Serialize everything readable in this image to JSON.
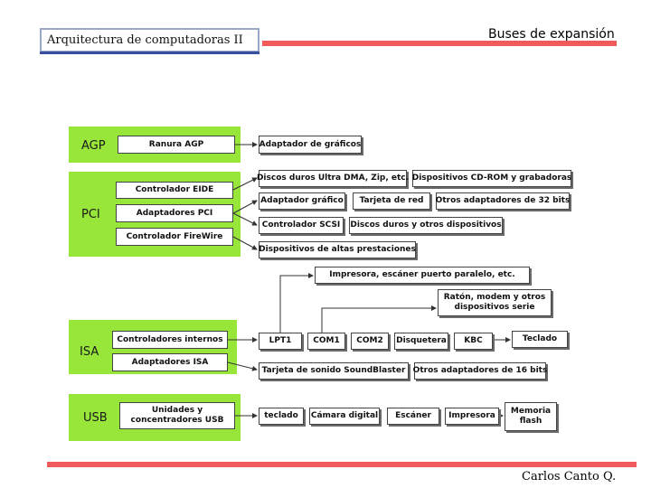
{
  "header": {
    "course_title": "Arquitectura de computadoras II",
    "slide_title": "Buses de expansión"
  },
  "footer": {
    "author": "Carlos  Canto Q."
  },
  "colors": {
    "group_fill": "#99e63a",
    "accent_bar": "#f05a5a",
    "course_border": "#3b4fa0"
  },
  "diagram": {
    "groups": {
      "agp": "AGP",
      "pci": "PCI",
      "isa": "ISA",
      "usb": "USB"
    },
    "agp": {
      "slot": "Ranura AGP",
      "graphics_adapter": "Adaptador de gráficos"
    },
    "pci": {
      "eide": "Controlador EIDE",
      "pci_adapters": "Adaptadores PCI",
      "firewire": "Controlador FireWire",
      "ultra_dma": "Discos duros Ultra DMA, Zip, etc.",
      "cdrom": "Dispositivos CD-ROM y grabadoras",
      "graphics_adapter": "Adaptador gráfico",
      "network_card": "Tarjeta de red",
      "other_32": "Otros adaptadores de 32 bits",
      "scsi": "Controlador SCSI",
      "hdd_other": "Discos duros y otros dispositivos",
      "high_perf": "Dispositivos de altas prestaciones"
    },
    "peripherals": {
      "printer": "Impresora, escáner puerto paralelo, etc.",
      "serial": "Ratón, modem y otros dispositivos serie"
    },
    "isa": {
      "internal": "Controladores internos",
      "isa_adapters": "Adaptadores ISA",
      "lpt1": "LPT1",
      "com1": "COM1",
      "com2": "COM2",
      "floppy": "Disquetera",
      "kbc": "KBC",
      "keyboard": "Teclado",
      "soundblaster": "Tarjeta de sonido SoundBlaster",
      "other_16": "Otros adaptadores de 16 bits"
    },
    "usb": {
      "hubs": "Unidades y concentradores USB",
      "keyboard": "teclado",
      "camera": "Cámara digital",
      "scanner": "Escáner",
      "printer": "Impresora",
      "flash": "Memoria flash"
    }
  }
}
